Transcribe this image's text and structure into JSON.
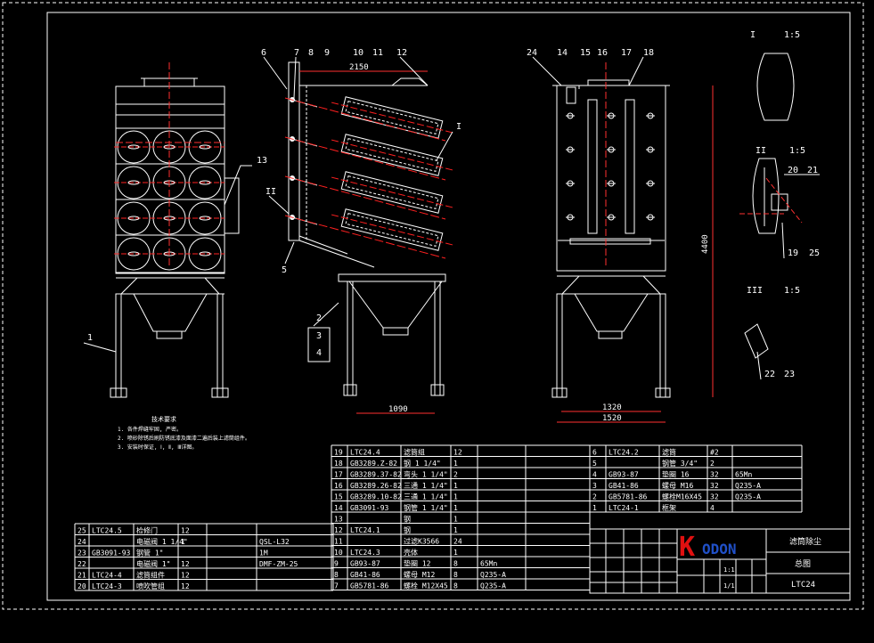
{
  "drawing": {
    "colors": {
      "background": "#000000",
      "line": "#ffffff",
      "center_line": "#ff2020",
      "dim_line": "#ff3030",
      "logo_red": "#e01010",
      "logo_blue": "#2050c8"
    },
    "logo": {
      "k": "K",
      "rest": "ODON"
    },
    "dimensions": {
      "top_width": "2150",
      "mid_base_width": "1090",
      "right_inner_width": "1320",
      "right_outer_width": "1520",
      "right_height": "4400"
    },
    "balloons": {
      "left": [
        "13",
        "1"
      ],
      "middle_top": [
        "6",
        "7",
        "8",
        "9",
        "10",
        "11",
        "12"
      ],
      "middle_side": [
        "I",
        "II",
        "5"
      ],
      "middle_stack": [
        "2",
        "3",
        "4"
      ],
      "right_top": [
        "24",
        "14",
        "15",
        "16",
        "17",
        "18"
      ],
      "details": [
        "20",
        "21",
        "19",
        "25",
        "22",
        "23"
      ]
    },
    "details": [
      {
        "id": "I",
        "scale": "1:5"
      },
      {
        "id": "II",
        "scale": "1:5"
      },
      {
        "id": "III",
        "scale": "1:5"
      }
    ],
    "notes": {
      "title": "技术要求",
      "lines": [
        "1. 各件焊缝牢固, 严密。",
        "2. 喷砂除锈后刷防锈底漆及面漆二遍后装上滤筒组件。",
        "3. 安装时保证, Ⅰ, Ⅱ, Ⅲ详图。"
      ]
    },
    "bom_bottom_left": [
      {
        "no": "25",
        "code": "LTC24.5",
        "name": "检修门",
        "qty": "12",
        "c5": "",
        "c6": ""
      },
      {
        "no": "24",
        "code": "",
        "name": "电磁阀 1 1/4\"",
        "qty": "1",
        "c5": "",
        "c6": "QSL-L32"
      },
      {
        "no": "23",
        "code": "GB3091-93",
        "name": "钢管 1\"",
        "qty": "",
        "c5": "",
        "c6": "1M"
      },
      {
        "no": "22",
        "code": "",
        "name": "电磁阀 1\"",
        "qty": "12",
        "c5": "",
        "c6": "DMF-ZM-25"
      },
      {
        "no": "21",
        "code": "LTC24-4",
        "name": "滤筒组件",
        "qty": "12",
        "c5": "",
        "c6": ""
      },
      {
        "no": "20",
        "code": "LTC24-3",
        "name": "喷吹管组",
        "qty": "12",
        "c5": "",
        "c6": ""
      }
    ],
    "bom_mid": [
      {
        "no": "19",
        "code": "LTC24.4",
        "name": "滤筒组",
        "qty": "12",
        "c5": "",
        "c6": ""
      },
      {
        "no": "18",
        "code": "GB3289.Z-82",
        "name": "钢 1 1/4\"",
        "qty": "1",
        "c5": "",
        "c6": ""
      },
      {
        "no": "17",
        "code": "GB3289.37-82",
        "name": "弯头 1 1/4\"",
        "qty": "2",
        "c5": "",
        "c6": ""
      },
      {
        "no": "16",
        "code": "GB3289.26-82",
        "name": "三通 1 1/4\"",
        "qty": "1",
        "c5": "",
        "c6": ""
      },
      {
        "no": "15",
        "code": "GB3289.10-82",
        "name": "三通 1 1/4\"",
        "qty": "1",
        "c5": "",
        "c6": ""
      },
      {
        "no": "14",
        "code": "GB3091-93",
        "name": "钢管 1 1/4\"",
        "qty": "1",
        "c5": "",
        "c6": ""
      },
      {
        "no": "13",
        "code": "",
        "name": "钢",
        "qty": "1",
        "c5": "",
        "c6": ""
      },
      {
        "no": "12",
        "code": "LTC24.1",
        "name": "钢",
        "qty": "1",
        "c5": "",
        "c6": ""
      },
      {
        "no": "11",
        "code": "",
        "name": "过滤K3566",
        "qty": "24",
        "c5": "",
        "c6": ""
      },
      {
        "no": "10",
        "code": "LTC24.3",
        "name": "壳体",
        "qty": "1",
        "c5": "",
        "c6": ""
      },
      {
        "no": "9",
        "code": "GB93-87",
        "name": "垫圈 12",
        "qty": "8",
        "c5": "65Mn",
        "c6": ""
      },
      {
        "no": "8",
        "code": "GB41-86",
        "name": "螺母 M12",
        "qty": "8",
        "c5": "Q235-A",
        "c6": ""
      },
      {
        "no": "7",
        "code": "GB5781-86",
        "name": "螺栓 M12X45",
        "qty": "8",
        "c5": "Q235-A",
        "c6": ""
      }
    ],
    "bom_right": [
      {
        "no": "6",
        "code": "LTC24.2",
        "name": "滤筒",
        "qty": "#2",
        "c5": ""
      },
      {
        "no": "5",
        "code": "",
        "name": "钢管 3/4\"",
        "qty": "2",
        "c5": ""
      },
      {
        "no": "4",
        "code": "GB93-87",
        "name": "垫圈 16",
        "qty": "32",
        "c5": "65Mn"
      },
      {
        "no": "3",
        "code": "GB41-86",
        "name": "螺母 M16",
        "qty": "32",
        "c5": "Q235-A"
      },
      {
        "no": "2",
        "code": "GB5781-86",
        "name": "螺栓M16X45",
        "qty": "32",
        "c5": "Q235-A"
      },
      {
        "no": "1",
        "code": "LTC24-1",
        "name": "框架",
        "qty": "4",
        "c5": ""
      }
    ],
    "title_block": {
      "project": "滤筒除尘",
      "part": "总图",
      "drawing_no": "LTC24",
      "scale": "1:1",
      "sheet": "1/1"
    }
  }
}
